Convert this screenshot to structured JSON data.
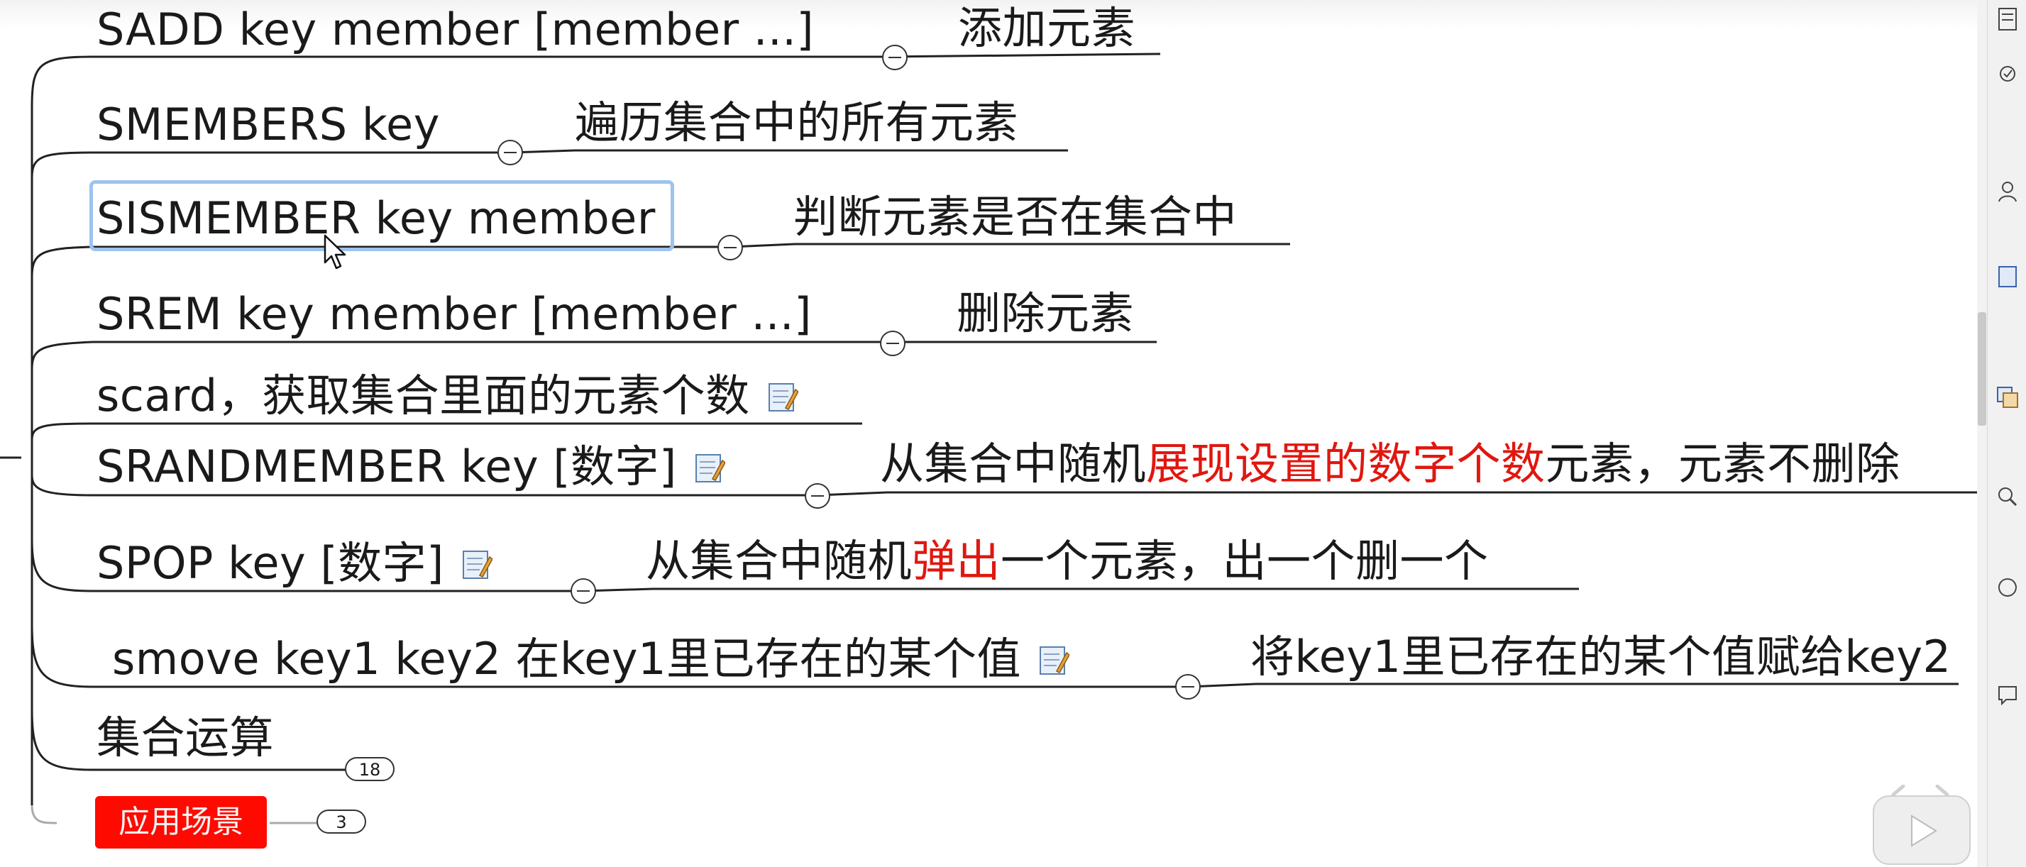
{
  "mindmap": {
    "topics": [
      {
        "text": "SADD key member [member ...]",
        "note": "添加元素"
      },
      {
        "text": "SMEMBERS key",
        "note": "遍历集合中的所有元素"
      },
      {
        "text": "SISMEMBER key member",
        "note": "判断元素是否在集合中"
      },
      {
        "text": "SREM key member [member ...]",
        "note": "删除元素"
      },
      {
        "text": "scard，获取集合里面的元素个数"
      },
      {
        "text": "SRANDMEMBER key [数字]",
        "note_pre": "从集合中随机",
        "note_hl": "展现设置的数字个数",
        "note_post": "元素，元素不删除"
      },
      {
        "text": "SPOP key [数字]",
        "note_pre": "从集合中随机",
        "note_hl": "弹出",
        "note_post": "一个元素，出一个删一个"
      },
      {
        "text": "smove key1 key2 在key1里已存在的某个值",
        "note": "将key1里已存在的某个值赋给key2"
      },
      {
        "text": "集合运算",
        "count": "18"
      },
      {
        "text": "应用场景",
        "count": "3"
      }
    ],
    "colors": {
      "highlight": "#e0170f",
      "scene_bg": "#ff0a00",
      "selection": "#9ec3ee"
    }
  },
  "dock": {
    "icons": [
      "outline-icon",
      "task-icon",
      "resource-icon",
      "note-icon",
      "style-icon",
      "search-icon",
      "markers-icon",
      "comment-icon"
    ]
  }
}
